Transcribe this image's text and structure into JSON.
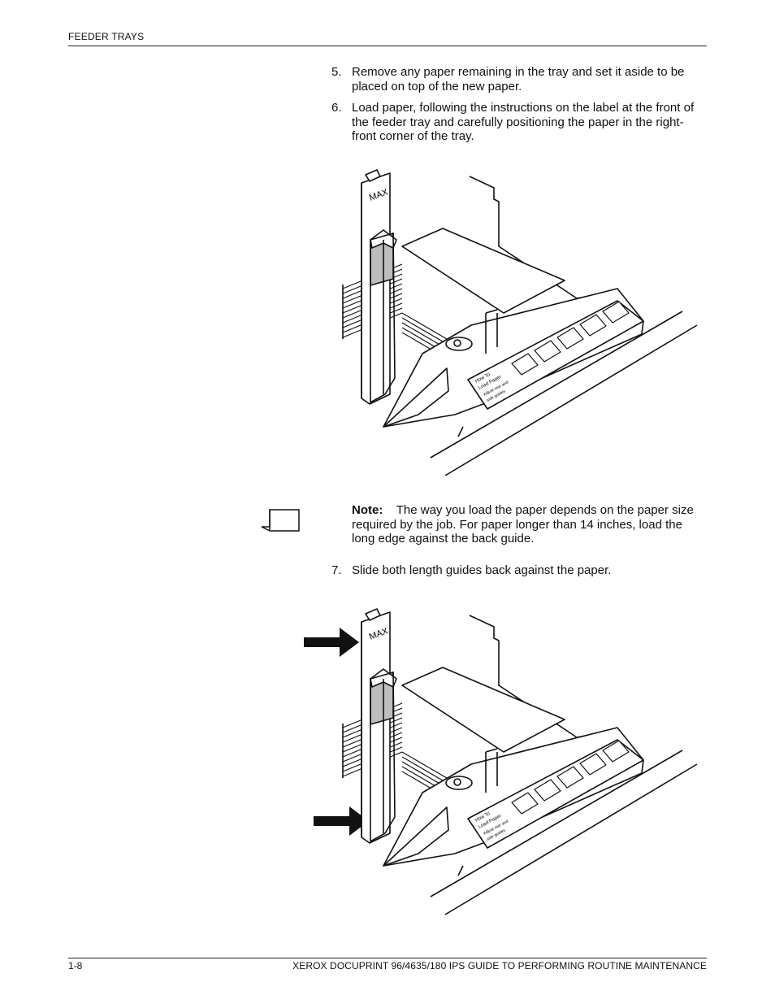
{
  "header": {
    "section": "FEEDER TRAYS"
  },
  "steps": [
    {
      "num": "5.",
      "text": "Remove any paper remaining in the tray and set it aside to be placed on top of the new paper."
    },
    {
      "num": "6.",
      "text": "Load paper, following the instructions on the label at the front of the feeder tray and carefully positioning the paper in the right-front corner of the tray."
    },
    {
      "num": "7.",
      "text": "Slide both length guides back against the paper."
    }
  ],
  "note": {
    "label": "Note:",
    "text": "The way you load the paper depends on the paper size required by the job. For paper longer than 14 inches, load the long edge against the back guide."
  },
  "illustration": {
    "max_label": "MAX",
    "label_title": "How To",
    "label_subtitle": "Load Paper",
    "label_line1": "Adjust rear and",
    "label_line2": "side guides"
  },
  "footer": {
    "page": "1-8",
    "title": "XEROX DOCUPRINT 96/4635/180 IPS GUIDE TO PERFORMING ROUTINE MAINTENANCE"
  }
}
